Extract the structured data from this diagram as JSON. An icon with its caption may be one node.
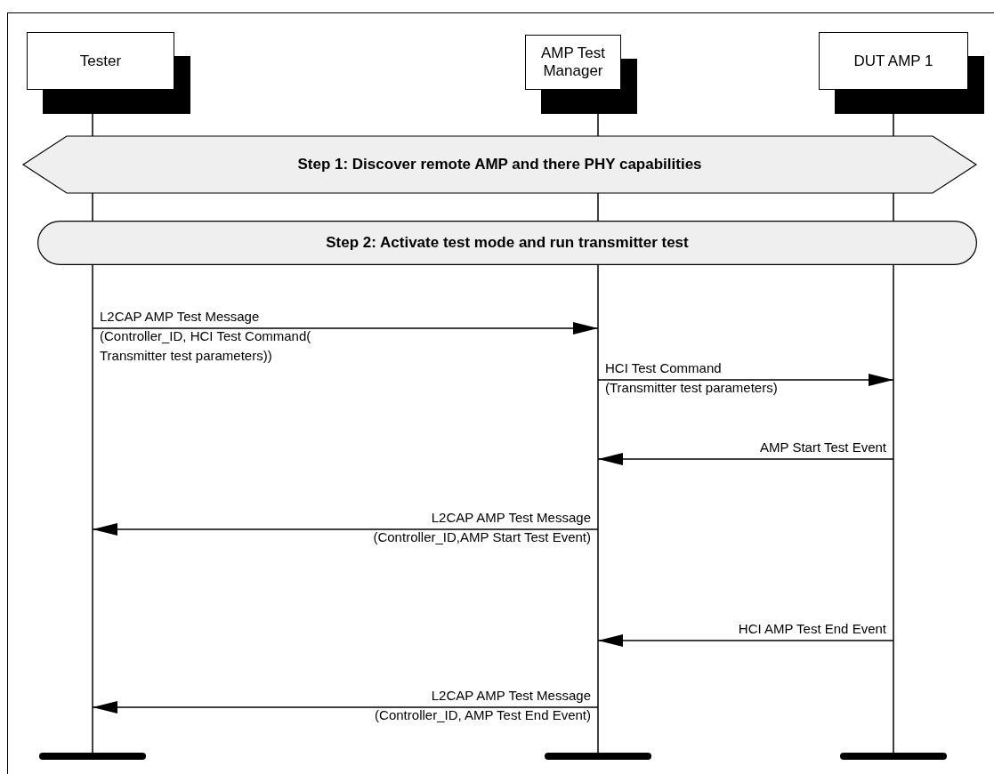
{
  "diagram": {
    "nodes": [
      {
        "text": [
          "Tester"
        ]
      },
      {
        "text": [
          "AMP Test Manager"
        ]
      },
      {
        "text": [
          "DUT AMP 1"
        ]
      },
      {
        "text": [
          "Step 1: Discover remote AMP and there PHY capabilities"
        ]
      },
      {
        "text": [
          "Step 2: Activate test mode and run transmitter test"
        ]
      }
    ],
    "edges": [
      {
        "from": 0,
        "to": 1,
        "arrow": "to",
        "label": "L2CAP AMP Test Message (Controller_ID, HCI Test Command( Transmitter test parameters))"
      },
      {
        "from": 1,
        "to": 2,
        "arrow": "to",
        "label": "HCI Test Command (Transmitter test parameters)"
      },
      {
        "from": 2,
        "to": 1,
        "arrow": "to",
        "label": "AMP Start Test Event"
      },
      {
        "from": 1,
        "to": 0,
        "arrow": "to",
        "label": "L2CAP AMP Test Message (Controller_ID,AMP Start Test Event)"
      },
      {
        "from": 2,
        "to": 1,
        "arrow": "to",
        "label": "HCI AMP Test End Event"
      },
      {
        "from": 1,
        "to": 0,
        "arrow": "to",
        "label": "L2CAP AMP Test Message (Controller_ID, AMP Test End Event)"
      }
    ]
  }
}
